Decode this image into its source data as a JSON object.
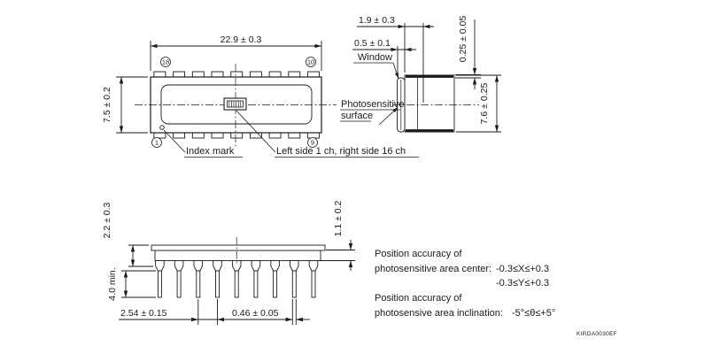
{
  "top_view": {
    "dim_width": "22.9 ± 0.3",
    "dim_height": "7.5 ± 0.2",
    "pin_top_left": "18",
    "pin_top_right": "10",
    "pin_bottom_left": "1",
    "pin_bottom_right": "9",
    "index_mark_label": "Index mark",
    "channel_note": "Left side 1 ch, right side 16 ch"
  },
  "side_view": {
    "dim_surface_depth": "1.9 ± 0.3",
    "dim_window_thickness": "0.5 ± 0.1",
    "dim_lid_thickness": "0.25 ± 0.05",
    "dim_height": "7.6 ± 0.25",
    "window_label": "Window",
    "photosensitive_label_line1": "Photosensitive",
    "photosensitive_label_line2": "surface"
  },
  "front_view": {
    "dim_body_thickness": "2.2 ± 0.3",
    "dim_lead_length": "4.0 min.",
    "dim_standoff": "1.1 ± 0.2",
    "dim_lead_pitch": "2.54 ± 0.15",
    "dim_lead_width": "0.46 ± 0.05"
  },
  "notes": {
    "center_title": "Position accuracy of",
    "center_label": "photosensitive area center:",
    "center_x_range": "-0.3≤X≤+0.3",
    "center_y_range": "-0.3≤Y≤+0.3",
    "inclination_title": "Position accuracy of",
    "inclination_label": "photosensive area inclination:",
    "inclination_range": "-5°≤θ≤+5°"
  },
  "footer": {
    "drawing_code": "KIRDA0030EF"
  },
  "colors": {
    "line": "#1a1a1a",
    "code_text": "#16365c",
    "background": "#ffffff"
  }
}
